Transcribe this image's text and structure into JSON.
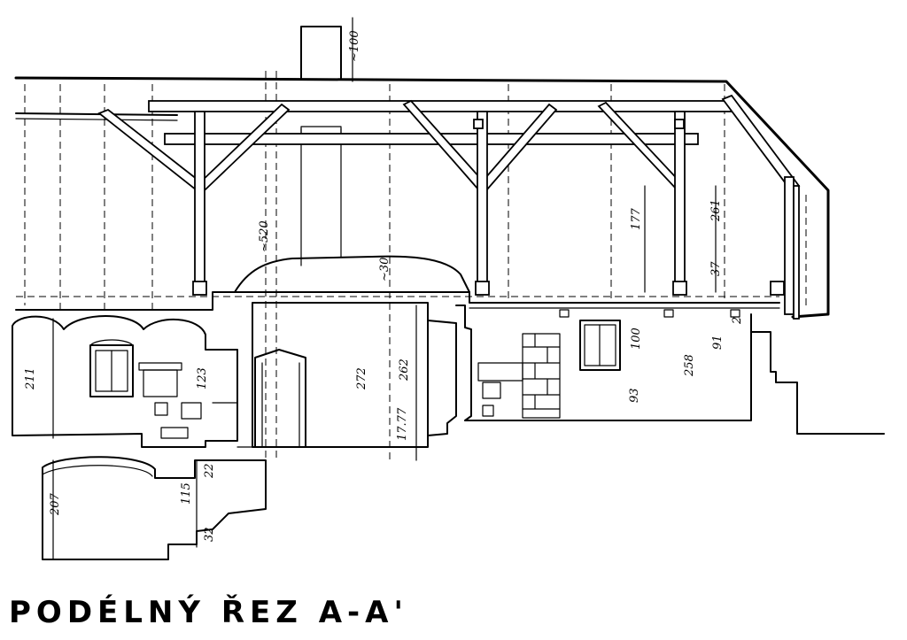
{
  "caption": "PODÉLNÝ ŘEZ A-A'",
  "dimensions": {
    "chimney_height": "~100",
    "roof_height": "~520",
    "vault_rise": "~30",
    "roof_height_mid": "177",
    "roof_height_right": "261",
    "room_left_height": "211",
    "cellar_height": "207",
    "cellar_step": "115",
    "cellar_step_small": "22",
    "cellar_floor": "32",
    "window_sill_left": "123",
    "hall_height": "272",
    "hall_height_2": "262",
    "hall_low": "17.77",
    "window_right": "100",
    "room_right_height": "258",
    "room_right_sill": "91",
    "room_right_floor": "93",
    "small_1": "37",
    "small_2": "2"
  }
}
